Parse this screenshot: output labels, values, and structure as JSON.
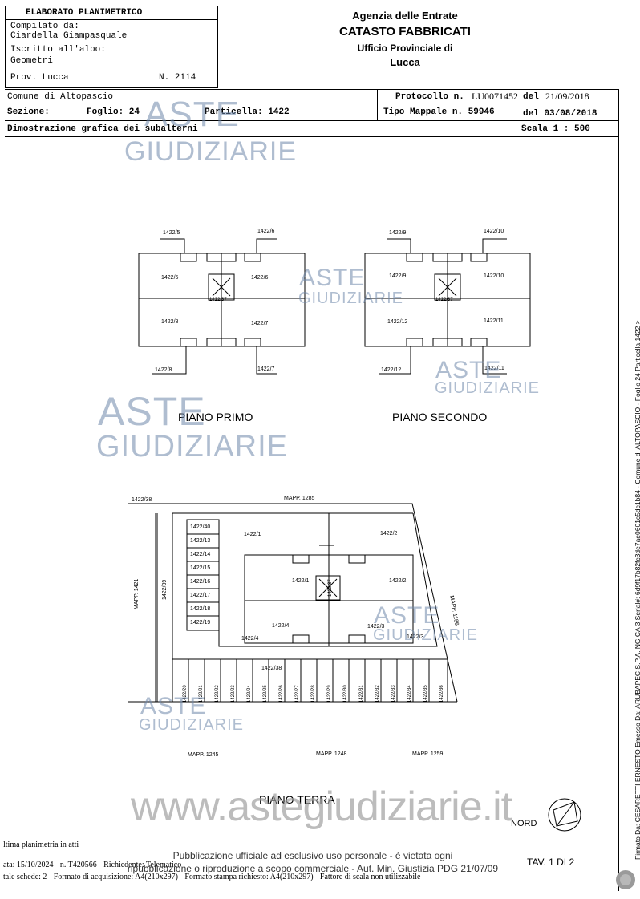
{
  "header": {
    "box_title": "ELABORATO PLANIMETRICO",
    "compiled_label": "Compilato da:",
    "compiled_name": "Ciardella Giampasquale",
    "registered_label": "Iscritto all'albo:",
    "registered_value": "Geometri",
    "prov_label": "Prov. Lucca",
    "prov_number": "N. 2114",
    "agency": "Agenzia delle Entrate",
    "catasto": "CATASTO FABBRICATI",
    "ufficio": "Ufficio Provinciale di",
    "city": "Lucca"
  },
  "info": {
    "comune": "Comune di Altopascio",
    "sezione_label": "Sezione:",
    "foglio": "Foglio: 24",
    "particella": "Particella: 1422",
    "protocollo_label": "Protocollo n.",
    "protocollo_value": "LU0071452",
    "protocollo_del": "del",
    "protocollo_date": "21/09/2018",
    "tipo_mappale_label": "Tipo Mappale n. 59946",
    "tipo_mappale_date": "del 03/08/2018",
    "dimostrazione": "Dimostrazione grafica dei subalterni",
    "scala": "Scala 1 : 500"
  },
  "plans": {
    "primo_title": "PIANO PRIMO",
    "secondo_title": "PIANO SECONDO",
    "terra_title": "PIANO TERRA",
    "primo_labels": [
      "1422/5",
      "1422/6",
      "1422/5",
      "1422/6",
      "1422/37",
      "1422/8",
      "1422/7",
      "1422/8",
      "1422/7"
    ],
    "secondo_labels": [
      "1422/9",
      "1422/10",
      "1422/9",
      "1422/10",
      "1422/37",
      "1422/12",
      "1422/11",
      "1422/12",
      "1422/11"
    ],
    "terra": {
      "mapp_top": "MAPP. 1285",
      "mapp_left": "MAPP. 1421",
      "mapp_right": "MAPP. 1186",
      "mapp_bottom": [
        "MAPP. 1245",
        "MAPP. 1248",
        "MAPP. 1259"
      ],
      "corner_label": "1422/38",
      "left_strip": "1422/39",
      "garages_left": [
        "1422/40",
        "1422/13",
        "1422/14",
        "1422/15",
        "1422/16",
        "1422/17",
        "1422/18",
        "1422/19"
      ],
      "units": [
        "1422/1",
        "1422/2",
        "1422/1",
        "1422/2",
        "1422/4",
        "1422/3",
        "1422/4",
        "1422/3",
        "1422/37"
      ],
      "courtyard": "1422/38",
      "garages_bottom": [
        "1422/20",
        "1422/21",
        "1422/22",
        "1422/23",
        "1422/24",
        "1422/25",
        "1422/26",
        "1422/27",
        "1422/28",
        "1422/29",
        "1422/30",
        "1422/31",
        "1422/32",
        "1422/33",
        "1422/34",
        "1422/35",
        "1422/36"
      ]
    },
    "nord": "NORD"
  },
  "watermarks": {
    "aste": "ASTE",
    "giudiziarie": "GIUDIZIARIE",
    "site": "www.astegiudiziarie.it"
  },
  "footer": {
    "ultima": "ltima planimetria in atti",
    "data_line": "ata: 15/10/2024 - n. T420566 - Richiedente: Telematico",
    "schede_line": "tale schede: 2 - Formato di acquisizione: A4(210x297) - Formato stampa richiesto: A4(210x297) - Fattore di scala non utilizzabile",
    "notice_1": "Pubblicazione ufficiale ad esclusivo uso personale - è vietata ogni",
    "notice_2": "ripubblicazione o riproduzione a scopo commerciale - Aut. Min. Giustizia PDG 21/07/09",
    "tav": "TAV. 1 DI 2"
  },
  "side_text": {
    "vertical": "Firmato Da: CESARETTI ERNESTO Emesso Da: ARUBAPEC S.P.A. NG CA 3 Serial#: 6d9f17b82fc3de7ae0601c5dc1b84 - Comune di ALTOPASCIO - Foglio 24 Particella 1422 >"
  }
}
